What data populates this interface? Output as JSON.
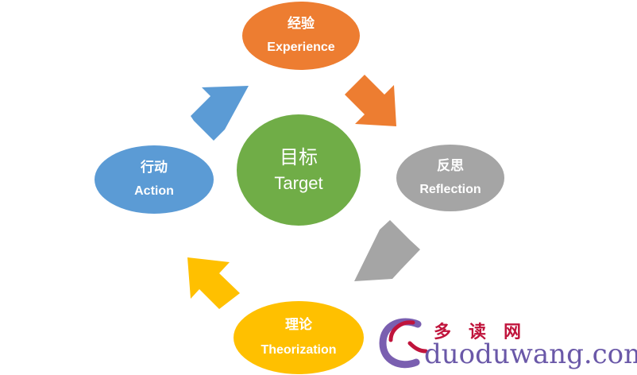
{
  "diagram": {
    "nodes": [
      {
        "id": "experience",
        "zh": "经验",
        "en": "Experience",
        "color": "#ed7d31"
      },
      {
        "id": "reflection",
        "zh": "反思",
        "en": "Reflection",
        "color": "#a5a5a5"
      },
      {
        "id": "theorization",
        "zh": "理论",
        "en": "Theorization",
        "color": "#ffc000"
      },
      {
        "id": "action",
        "zh": "行动",
        "en": "Action",
        "color": "#5b9bd5"
      },
      {
        "id": "target",
        "zh": "目标",
        "en": "Target",
        "color": "#70ad47"
      }
    ],
    "edges": [
      {
        "from": "experience",
        "to": "reflection",
        "color": "#ed7d31"
      },
      {
        "from": "reflection",
        "to": "theorization",
        "color": "#a5a5a5"
      },
      {
        "from": "theorization",
        "to": "action",
        "color": "#ffc000"
      },
      {
        "from": "action",
        "to": "experience",
        "color": "#5b9bd5"
      }
    ]
  },
  "watermark": {
    "zh": "多读网",
    "domain": "duoduwang.com",
    "color_zh": "#c0143c",
    "color_domain": "#6a58a8"
  }
}
